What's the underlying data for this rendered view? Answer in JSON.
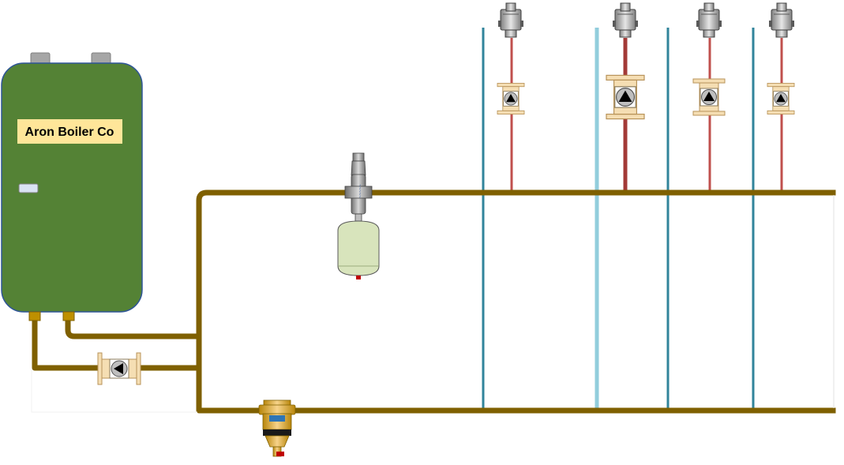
{
  "boiler": {
    "label": "Aron Boiler Co",
    "body_color": "#548235",
    "outline_color": "#2f5597",
    "label_bg": "#ffe699"
  },
  "colors": {
    "primary_pipe": "#7f6000",
    "supply_branch": "#c0504d",
    "return_branch": "#31849b",
    "return_branch_light": "#92cddc",
    "expansion_tank": "#d8e4bc",
    "pump_body": "#f5deb3",
    "zone_valve": "#a6a6a6"
  },
  "components": [
    {
      "name": "boiler",
      "icon": "boiler-icon"
    },
    {
      "name": "boiler-circulator",
      "icon": "pump-icon"
    },
    {
      "name": "air-separator",
      "icon": "air-separator-icon"
    },
    {
      "name": "expansion-tank",
      "icon": "expansion-tank-icon"
    },
    {
      "name": "dirt-separator",
      "icon": "dirt-separator-icon"
    },
    {
      "name": "zone-circulator-1",
      "icon": "pump-icon"
    },
    {
      "name": "zone-circulator-2",
      "icon": "pump-icon"
    },
    {
      "name": "zone-circulator-3",
      "icon": "pump-icon"
    },
    {
      "name": "zone-circulator-4",
      "icon": "pump-icon"
    },
    {
      "name": "zone-valve-1",
      "icon": "zone-valve-icon"
    },
    {
      "name": "zone-valve-2",
      "icon": "zone-valve-icon"
    },
    {
      "name": "zone-valve-3",
      "icon": "zone-valve-icon"
    },
    {
      "name": "zone-valve-4",
      "icon": "zone-valve-icon"
    }
  ]
}
